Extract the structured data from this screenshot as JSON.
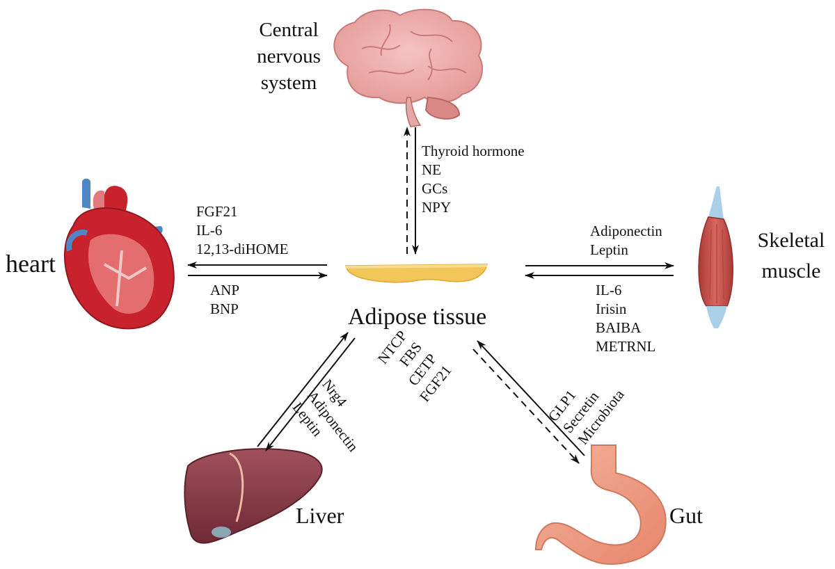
{
  "hub": {
    "label": "Adipose tissue",
    "color": "#f3c65a"
  },
  "organs": {
    "cns": {
      "label_lines": [
        "Central",
        "nervous",
        "system"
      ],
      "icon": "brain-icon",
      "color": "#e9a2a0"
    },
    "heart": {
      "label": "heart",
      "icon": "heart-icon",
      "color": "#c8232c"
    },
    "muscle": {
      "label_lines": [
        "Skeletal",
        "muscle"
      ],
      "icon": "muscle-icon",
      "color": "#c9534d"
    },
    "liver": {
      "label": "Liver",
      "icon": "liver-icon",
      "color": "#8a3a45"
    },
    "gut": {
      "label": "Gut",
      "icon": "stomach-icon",
      "color": "#ee9d82"
    }
  },
  "signals": {
    "cns_to_adipose": [
      "Thyroid hormone",
      "NE",
      "GCs",
      "NPY"
    ],
    "adipose_to_heart": [
      "FGF21",
      "IL-6",
      "12,13-diHOME"
    ],
    "heart_to_adipose": [
      "ANP",
      "BNP"
    ],
    "adipose_to_muscle": [
      "Adiponectin",
      "Leptin"
    ],
    "muscle_to_adipose": [
      "IL-6",
      "Irisin",
      "BAIBA",
      "METRNL"
    ],
    "liver_to_adipose": [
      "NTCP",
      "FBS",
      "CETP",
      "FGF21"
    ],
    "adipose_to_liver": [
      "Nrg4",
      "Adiponectin",
      "Leptin"
    ],
    "gut_to_adipose": [
      "GLP1",
      "Secretin",
      "Microbiota"
    ]
  }
}
